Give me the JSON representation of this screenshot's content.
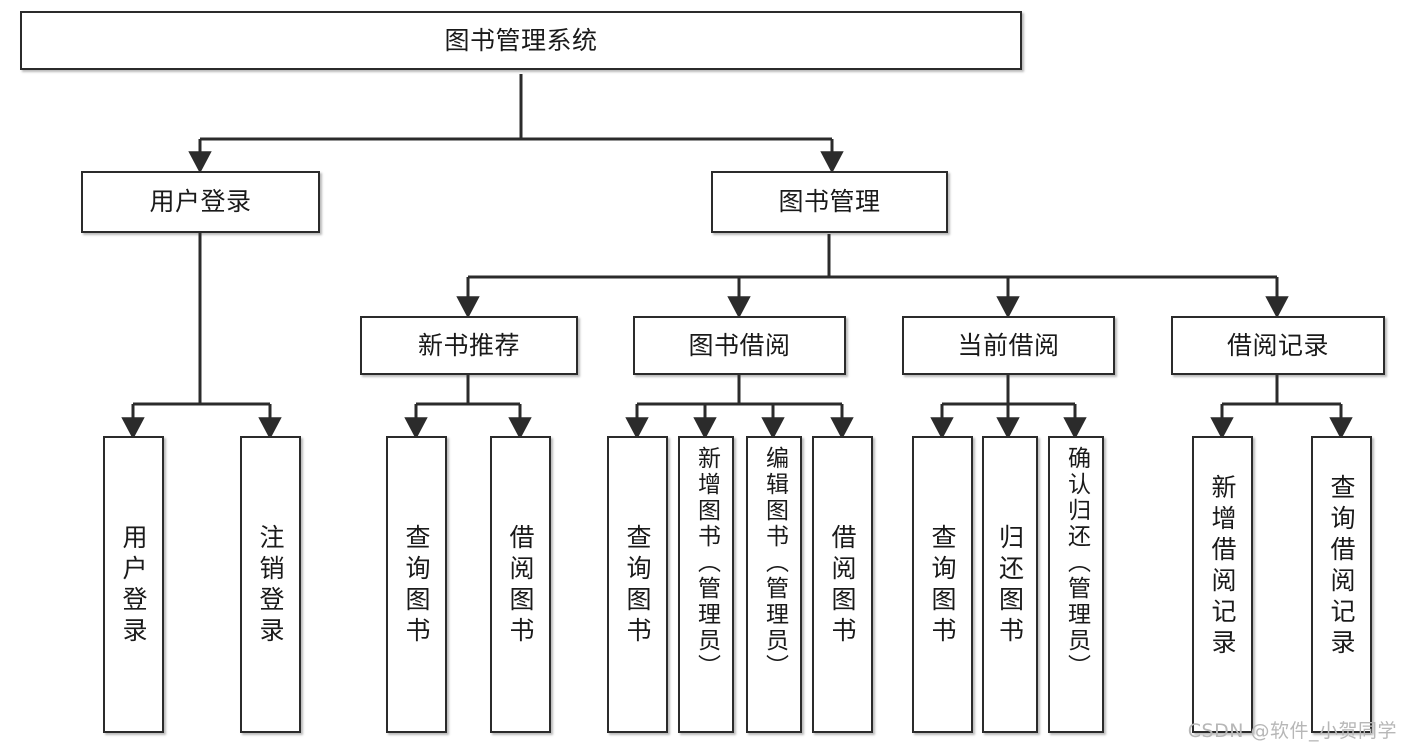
{
  "diagram": {
    "title": "图书管理系统",
    "type": "tree",
    "watermark": "CSDN @软件_小贺同学",
    "colors": {
      "stroke": "#2b2b2b",
      "box_fill": "#ffffff",
      "text": "#1a1a1a",
      "watermark": "#b7b7b7",
      "background": "#ffffff"
    },
    "nodes": {
      "root": {
        "label": "图书管理系统",
        "level": 1,
        "orientation": "horizontal"
      },
      "user_login": {
        "label": "用户登录",
        "level": 2,
        "orientation": "horizontal"
      },
      "book_manage": {
        "label": "图书管理",
        "level": 2,
        "orientation": "horizontal"
      },
      "new_book_recommend": {
        "label": "新书推荐",
        "level": 3,
        "orientation": "horizontal"
      },
      "book_borrow": {
        "label": "图书借阅",
        "level": 3,
        "orientation": "horizontal"
      },
      "current_borrow": {
        "label": "当前借阅",
        "level": 3,
        "orientation": "horizontal"
      },
      "borrow_record": {
        "label": "借阅记录",
        "level": 3,
        "orientation": "horizontal"
      },
      "leaf_user_login": {
        "label": "用户登录",
        "level": 4,
        "orientation": "vertical",
        "parent": "user_login"
      },
      "leaf_user_logout": {
        "label": "注销登录",
        "level": 4,
        "orientation": "vertical",
        "parent": "user_login"
      },
      "leaf_query_book_1": {
        "label": "查询图书",
        "level": 4,
        "orientation": "vertical",
        "parent": "new_book_recommend"
      },
      "leaf_borrow_book_1": {
        "label": "借阅图书",
        "level": 4,
        "orientation": "vertical",
        "parent": "new_book_recommend"
      },
      "leaf_query_book_2": {
        "label": "查询图书",
        "level": 4,
        "orientation": "vertical",
        "parent": "book_borrow"
      },
      "leaf_add_book": {
        "label": "新增图书（管理员）",
        "level": 4,
        "orientation": "vertical",
        "parent": "book_borrow"
      },
      "leaf_edit_book": {
        "label": "编辑图书（管理员）",
        "level": 4,
        "orientation": "vertical",
        "parent": "book_borrow"
      },
      "leaf_borrow_book_2": {
        "label": "借阅图书",
        "level": 4,
        "orientation": "vertical",
        "parent": "book_borrow"
      },
      "leaf_query_book_3": {
        "label": "查询图书",
        "level": 4,
        "orientation": "vertical",
        "parent": "current_borrow"
      },
      "leaf_return_book": {
        "label": "归还图书",
        "level": 4,
        "orientation": "vertical",
        "parent": "current_borrow"
      },
      "leaf_confirm_return": {
        "label": "确认归还（管理员）",
        "level": 4,
        "orientation": "vertical",
        "parent": "current_borrow"
      },
      "leaf_add_record": {
        "label": "新增借阅记录",
        "level": 4,
        "orientation": "vertical",
        "parent": "borrow_record"
      },
      "leaf_query_record": {
        "label": "查询借阅记录",
        "level": 4,
        "orientation": "vertical",
        "parent": "borrow_record"
      }
    },
    "edges": [
      {
        "from": "root",
        "to": "user_login"
      },
      {
        "from": "root",
        "to": "book_manage"
      },
      {
        "from": "book_manage",
        "to": "new_book_recommend"
      },
      {
        "from": "book_manage",
        "to": "book_borrow"
      },
      {
        "from": "book_manage",
        "to": "current_borrow"
      },
      {
        "from": "book_manage",
        "to": "borrow_record"
      },
      {
        "from": "user_login",
        "to": "leaf_user_login"
      },
      {
        "from": "user_login",
        "to": "leaf_user_logout"
      },
      {
        "from": "new_book_recommend",
        "to": "leaf_query_book_1"
      },
      {
        "from": "new_book_recommend",
        "to": "leaf_borrow_book_1"
      },
      {
        "from": "book_borrow",
        "to": "leaf_query_book_2"
      },
      {
        "from": "book_borrow",
        "to": "leaf_add_book"
      },
      {
        "from": "book_borrow",
        "to": "leaf_edit_book"
      },
      {
        "from": "book_borrow",
        "to": "leaf_borrow_book_2"
      },
      {
        "from": "current_borrow",
        "to": "leaf_query_book_3"
      },
      {
        "from": "current_borrow",
        "to": "leaf_return_book"
      },
      {
        "from": "current_borrow",
        "to": "leaf_confirm_return"
      },
      {
        "from": "borrow_record",
        "to": "leaf_add_record"
      },
      {
        "from": "borrow_record",
        "to": "leaf_query_record"
      }
    ]
  }
}
